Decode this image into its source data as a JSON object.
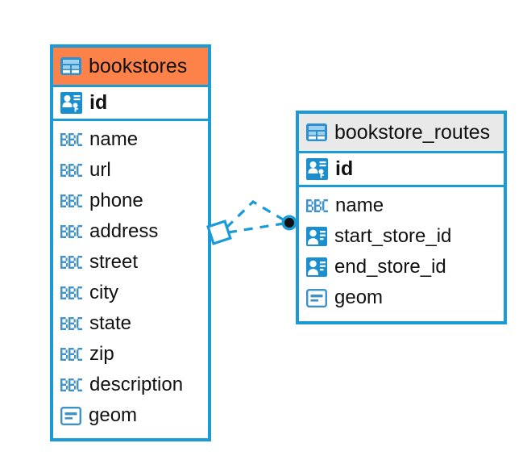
{
  "diagram": {
    "type": "entity-relationship-diagram",
    "background": "#ffffff",
    "accent_blue": "#1a9ad7",
    "accent_orange": "#fc8249",
    "header_gray": "#e9e9e9",
    "relationship": {
      "name": "bookstores-to-bookstore-routes",
      "line_style": "dashed",
      "source_endpoint": "diamond",
      "target_endpoint": "filled-circle",
      "color": "#1a9ad7"
    }
  },
  "tables": [
    {
      "name": "bookstores",
      "title": "bookstores",
      "header_color": "#fc8249",
      "title_icon": "table-grid-icon",
      "primary_key": {
        "label": "id",
        "icon": "primary-key-icon"
      },
      "fields": [
        {
          "label": "name",
          "icon": "abc-text-icon"
        },
        {
          "label": "url",
          "icon": "abc-text-icon"
        },
        {
          "label": "phone",
          "icon": "abc-text-icon"
        },
        {
          "label": "address",
          "icon": "abc-text-icon"
        },
        {
          "label": "street",
          "icon": "abc-text-icon"
        },
        {
          "label": "city",
          "icon": "abc-text-icon"
        },
        {
          "label": "state",
          "icon": "abc-text-icon"
        },
        {
          "label": "zip",
          "icon": "abc-text-icon"
        },
        {
          "label": "description",
          "icon": "abc-text-icon"
        },
        {
          "label": "geom",
          "icon": "geometry-icon"
        }
      ]
    },
    {
      "name": "bookstore_routes",
      "title": "bookstore_routes",
      "header_color": "#e9e9e9",
      "title_icon": "table-grid-icon",
      "primary_key": {
        "label": "id",
        "icon": "primary-key-icon"
      },
      "fields": [
        {
          "label": "name",
          "icon": "abc-text-icon"
        },
        {
          "label": "start_store_id",
          "icon": "foreign-key-icon"
        },
        {
          "label": "end_store_id",
          "icon": "foreign-key-icon"
        },
        {
          "label": "geom",
          "icon": "geometry-icon"
        }
      ]
    }
  ]
}
